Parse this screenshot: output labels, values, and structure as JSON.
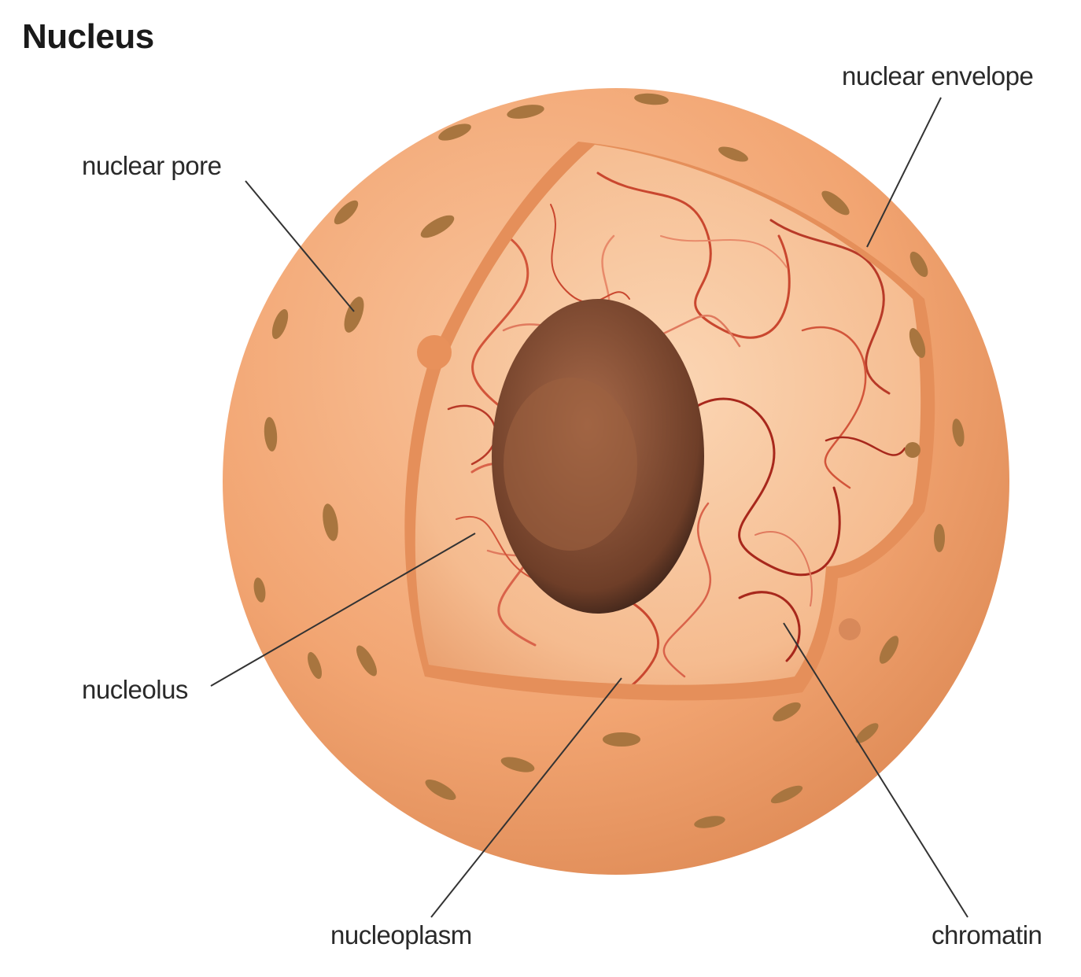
{
  "title": "Nucleus",
  "labels": {
    "nuclear_pore": "nuclear pore",
    "nuclear_envelope": "nuclear envelope",
    "nucleolus": "nucleolus",
    "nucleoplasm": "nucleoplasm",
    "chromatin": "chromatin"
  },
  "colors": {
    "envelope": "#f2a572",
    "envelope_light": "#f8c49b",
    "envelope_dark": "#d9834f",
    "interior": "#f7c7a0",
    "chromatin": "#d2553a",
    "chromatin_dark": "#a8281c",
    "pore": "#a8753f",
    "leader_line": "#333333"
  }
}
